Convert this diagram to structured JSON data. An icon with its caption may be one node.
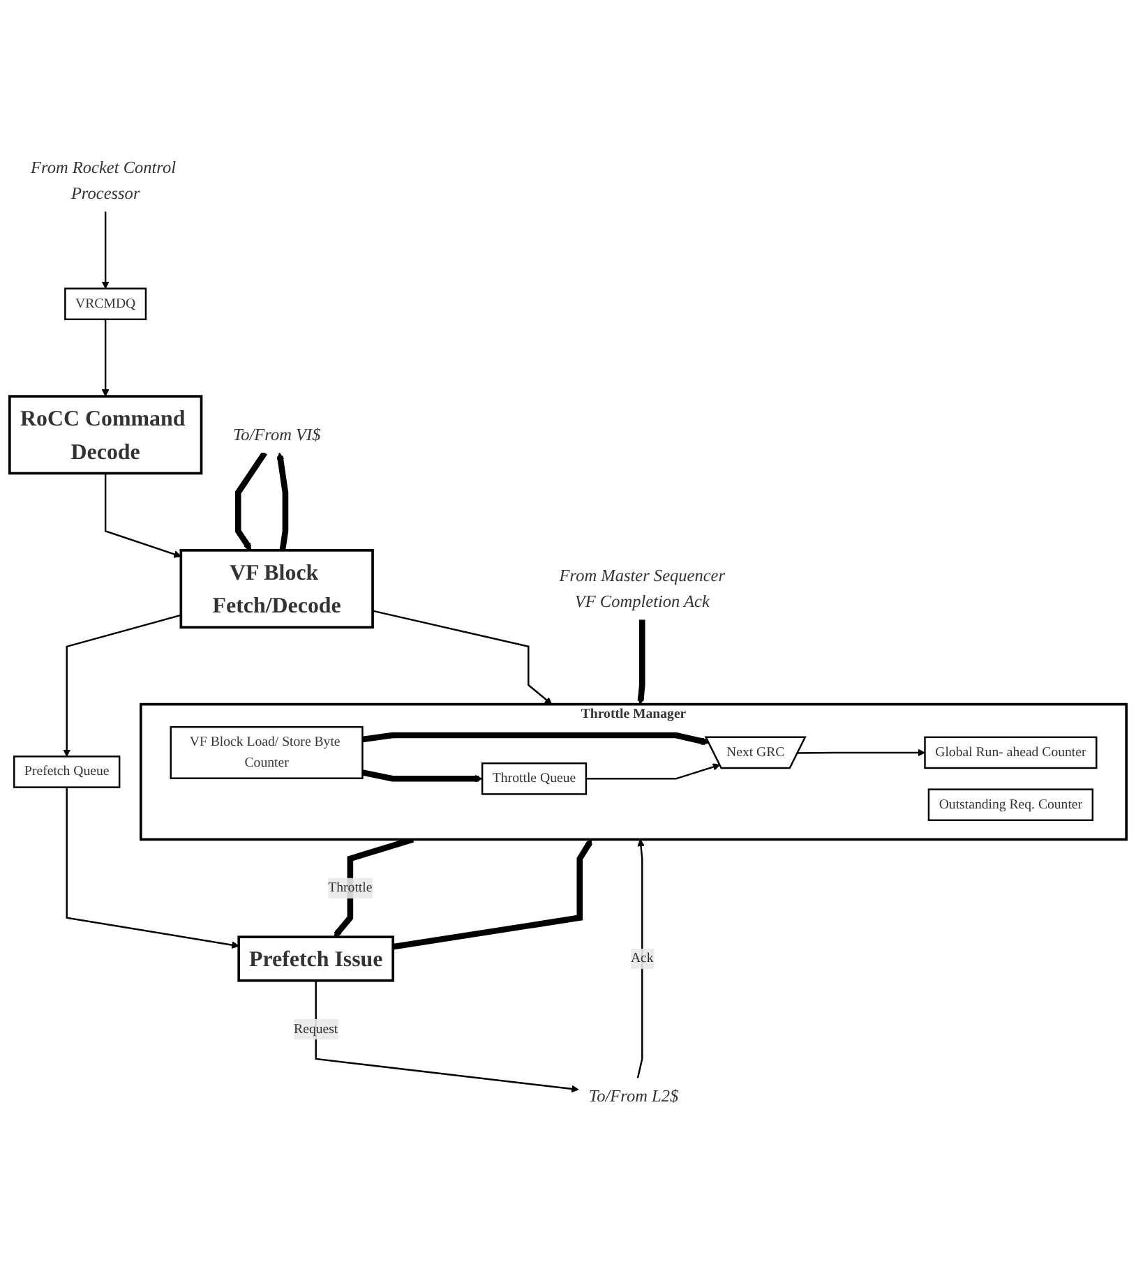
{
  "diagram": {
    "nodes": [
      {
        "text": [
          "From Rocket Control Processor"
        ]
      },
      {
        "text": [
          "VRCMDQ"
        ]
      },
      {
        "text": [
          "RoCC Command Decode"
        ]
      },
      {
        "text": [
          "VF Block Fetch/Decode"
        ]
      },
      {
        "text": [
          "To/From VI$"
        ]
      },
      {
        "text": [
          "From Master Sequencer",
          "VF Completion Ack"
        ]
      },
      {
        "text": [
          "Prefetch Queue"
        ]
      },
      {
        "text": [
          "Throttle Manager"
        ]
      },
      {
        "text": [
          "VF Block Load/ Store Byte Counter"
        ],
        "in": 7
      },
      {
        "text": [
          "Throttle Queue"
        ],
        "in": 7
      },
      {
        "text": [
          "Next GRC"
        ],
        "in": 7
      },
      {
        "text": [
          "Global Run- ahead Counter"
        ],
        "in": 7
      },
      {
        "text": [
          "Outstanding Req. Counter"
        ],
        "in": 7
      },
      {
        "text": [
          "Prefetch Issue"
        ]
      },
      {
        "text": [
          "To/From L2$"
        ]
      }
    ],
    "edges": [
      {
        "from": 0,
        "to": 1,
        "arrow": "to"
      },
      {
        "from": 1,
        "to": 2,
        "arrow": "to"
      },
      {
        "from": 2,
        "to": 3,
        "arrow": "to"
      },
      {
        "from": 4,
        "to": 3,
        "arrow": "to",
        "style": "thick"
      },
      {
        "from": 3,
        "to": 4,
        "arrow": "to",
        "style": "thick"
      },
      {
        "from": 3,
        "to": 6,
        "arrow": "to"
      },
      {
        "from": 3,
        "to": 7,
        "arrow": "to"
      },
      {
        "from": 5,
        "to": 7,
        "arrow": "to",
        "style": "thick"
      },
      {
        "from": 6,
        "to": 13,
        "arrow": "to"
      },
      {
        "from": 8,
        "to": 10,
        "arrow": "to",
        "style": "thick"
      },
      {
        "from": 8,
        "to": 9,
        "arrow": "to",
        "style": "thick"
      },
      {
        "from": 9,
        "to": 10,
        "arrow": "to"
      },
      {
        "from": 10,
        "to": 11,
        "arrow": "to"
      },
      {
        "from": 7,
        "to": 13,
        "arrow": "to",
        "label": "Throttle",
        "style": "thick"
      },
      {
        "from": 13,
        "to": 7,
        "arrow": "to",
        "style": "thick"
      },
      {
        "from": 13,
        "to": 14,
        "arrow": "to",
        "label": "Request"
      },
      {
        "from": 14,
        "to": 7,
        "arrow": "to",
        "label": "Ack"
      }
    ]
  }
}
